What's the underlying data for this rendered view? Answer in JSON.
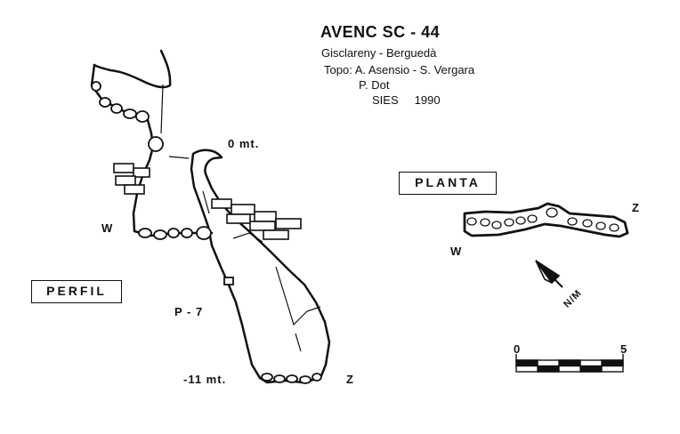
{
  "header": {
    "title": "AVENC SC - 44",
    "location": "Gisclareny - Berguedà",
    "topo": "Topo: A. Asensio - S. Vergara",
    "topo2": "P. Dot",
    "org": "SIES",
    "year": "1990"
  },
  "profile": {
    "label": "PERFIL",
    "depth_top": "0 mt.",
    "depth_bottom": "-11 mt.",
    "pitch": "P - 7",
    "west": "W",
    "east": "Z"
  },
  "plan": {
    "label": "PLANTA",
    "west": "W",
    "east": "Z",
    "north_label": "N/M"
  },
  "scale": {
    "min_label": "0",
    "max_label": "5"
  },
  "colors": {
    "ink": "#111111",
    "paper": "#ffffff"
  }
}
